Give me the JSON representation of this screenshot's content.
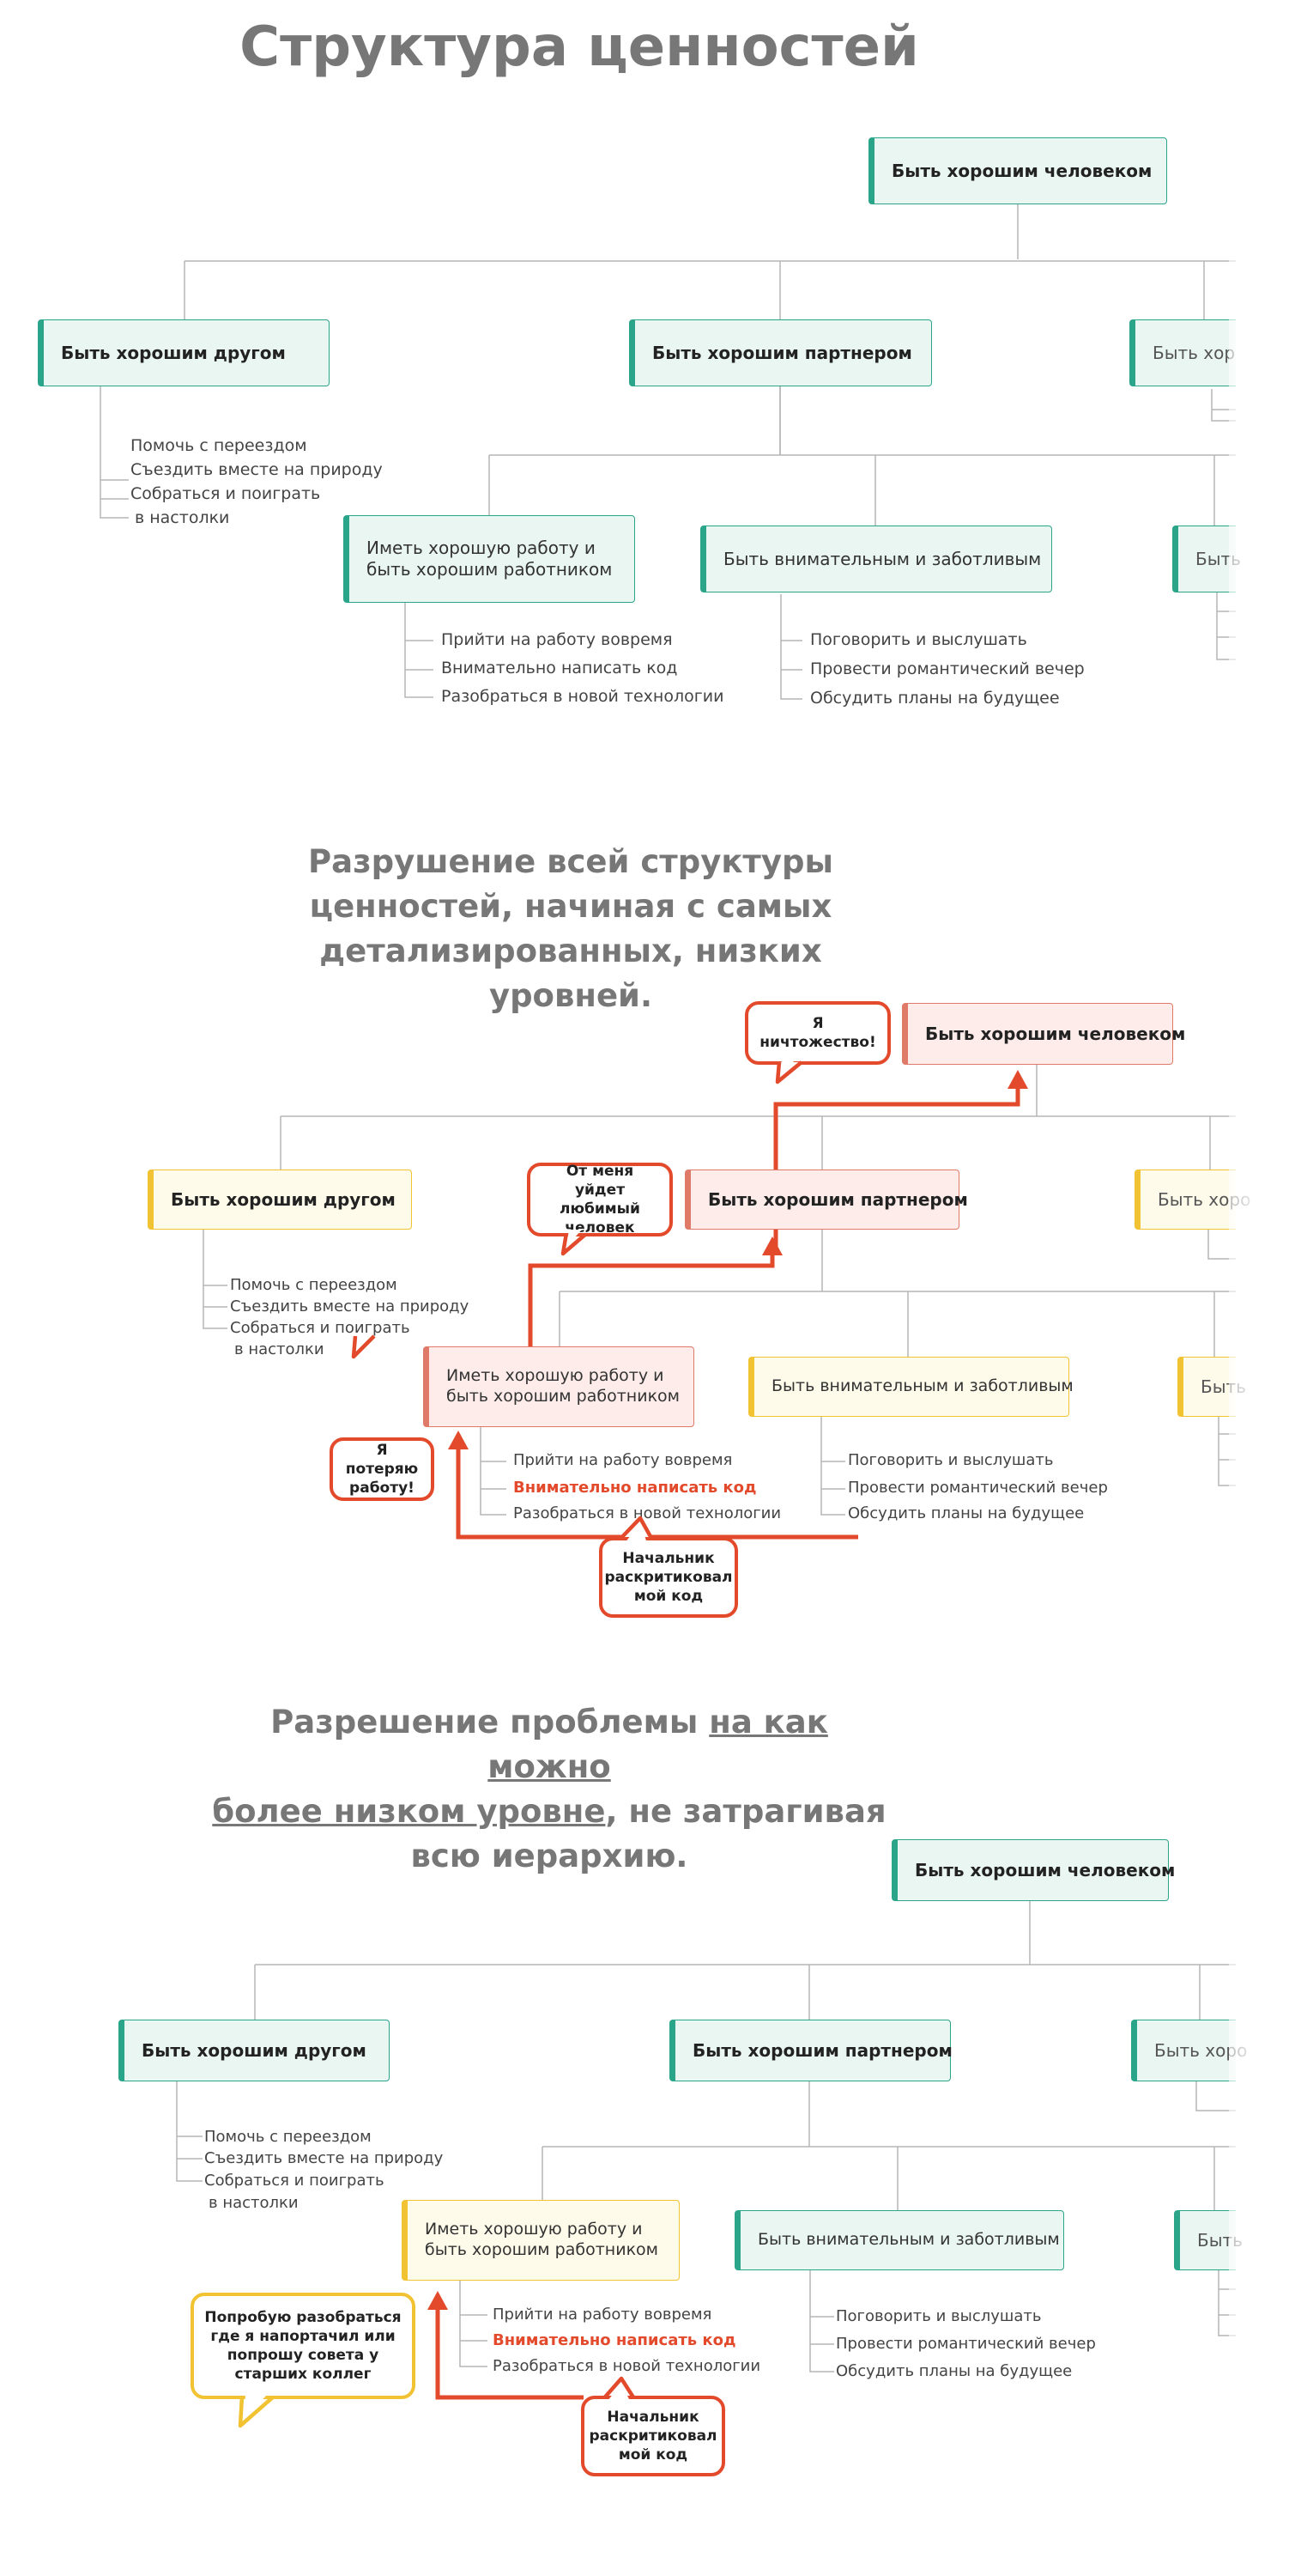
{
  "section1": {
    "title": "Структура ценностей",
    "root": "Быть хорошим человеком",
    "friend": "Быть хорошим другом",
    "friend_items": [
      "Помочь с переездом",
      "Съездить вместе на природу",
      "Собраться и поиграть",
      "в настолки"
    ],
    "partner": "Быть хорошим партнером",
    "third_partial": "Быть хор",
    "work": [
      "Иметь хорошую работу и",
      "быть хорошим работником"
    ],
    "work_items": [
      "Прийти на работу вовремя",
      "Внимательно написать код",
      "Разобраться в новой технологии"
    ],
    "attentive": "Быть внимательным и заботливым",
    "attentive_items": [
      "Поговорить и выслушать",
      "Провести романтический вечер",
      "Обсудить планы на будущее"
    ],
    "fourth_partial": "Быть"
  },
  "section2": {
    "title": [
      "Разрушение всей структуры",
      "ценностей, начиная с самых",
      "детализированных, низких уровней."
    ],
    "root": "Быть хорошим человеком",
    "friend": "Быть хорошим другом",
    "friend_items": [
      "Помочь с переездом",
      "Съездить вместе на природу",
      "Собраться и поиграть",
      "в настолки"
    ],
    "partner": "Быть хорошим партнером",
    "third_partial": "Быть хоро",
    "work": [
      "Иметь хорошую работу и",
      "быть хорошим работником"
    ],
    "work_items": [
      "Прийти на работу вовремя",
      "Внимательно написать код",
      "Разобраться в новой технологии"
    ],
    "attentive": "Быть внимательным и заботливым",
    "attentive_items": [
      "Поговорить и выслушать",
      "Провести романтический вечер",
      "Обсудить планы на будущее"
    ],
    "fourth_partial": "Быть",
    "bubble_nothing": "Я ничтожество!",
    "bubble_leave": [
      "От меня уйдет",
      "любимый",
      "человек"
    ],
    "bubble_lose": [
      "Я потеряю",
      "работу!"
    ],
    "bubble_boss": [
      "Начальник",
      "раскритиковал",
      "мой код"
    ]
  },
  "section3": {
    "title_part1": "Разрешение проблемы ",
    "title_part2": "на как можно",
    "title_part3": "более низком уровне",
    "title_part4": ", не затрагивая",
    "title_part5": "всю иерархию.",
    "root": "Быть хорошим человеком",
    "friend": "Быть хорошим другом",
    "friend_items": [
      "Помочь с переездом",
      "Съездить вместе на природу",
      "Собраться и поиграть",
      "в настолки"
    ],
    "partner": "Быть хорошим партнером",
    "third_partial": "Быть хоро",
    "work": [
      "Иметь хорошую работу и",
      "быть хорошим работником"
    ],
    "work_items": [
      "Прийти на работу вовремя",
      "Внимательно написать код",
      "Разобраться в новой технологии"
    ],
    "attentive": "Быть внимательным и заботливым",
    "attentive_items": [
      "Поговорить и выслушать",
      "Провести романтический вечер",
      "Обсудить планы на будущее"
    ],
    "fourth_partial": "Быть",
    "bubble_try": [
      "Попробую разобраться",
      "где я напортачил или",
      "попрошу совета у",
      "старших коллег"
    ],
    "bubble_boss": [
      "Начальник",
      "раскритиковал",
      "мой код"
    ]
  }
}
